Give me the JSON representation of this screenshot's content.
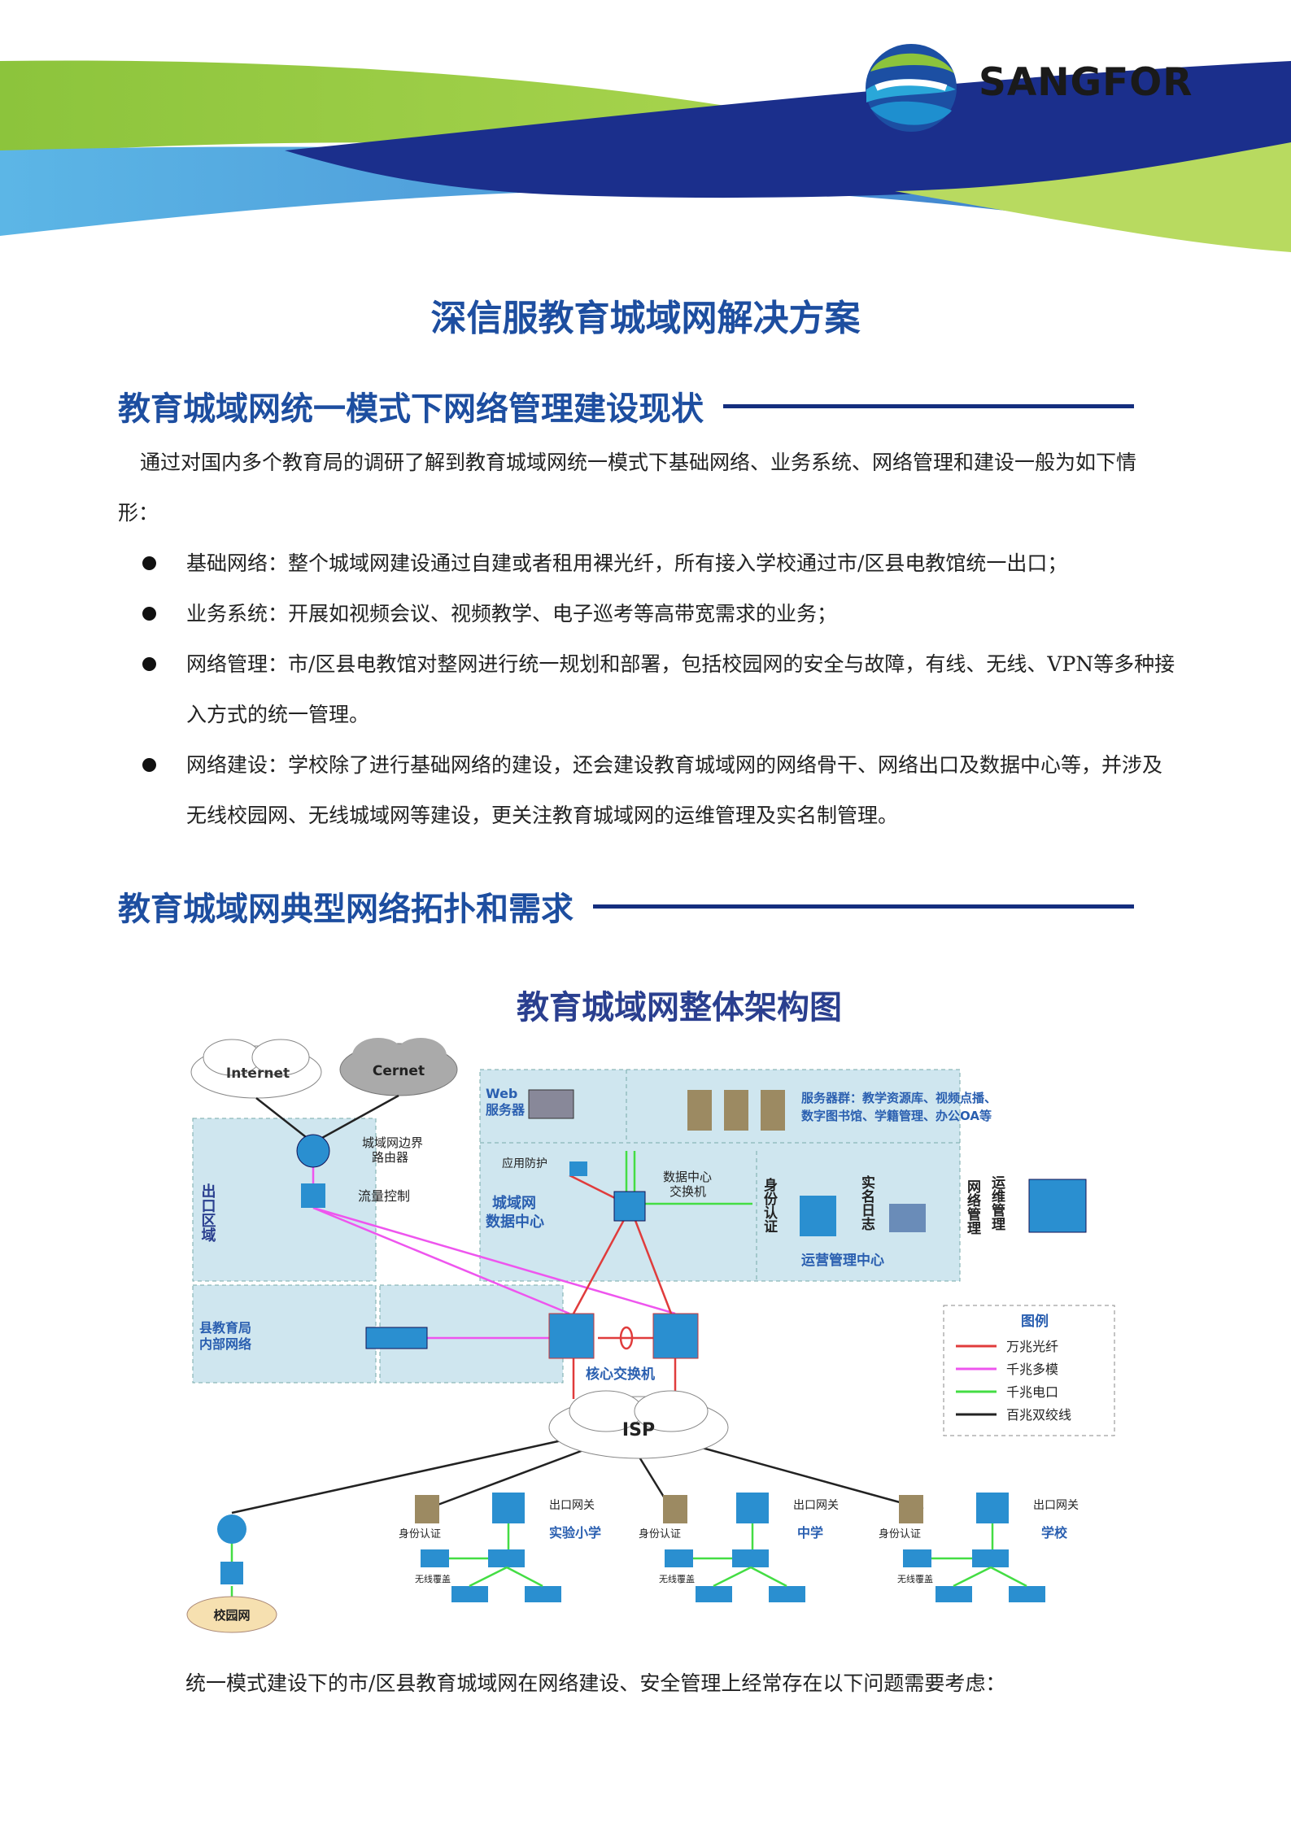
{
  "brand": {
    "name": "SANGFOR"
  },
  "colors": {
    "title": "#1d4ea0",
    "section_rule": "#142e7e",
    "green": "#8cc43c",
    "navy": "#1b2f8c",
    "sky": "#5cb6e6"
  },
  "doc": {
    "title": "深信服教育城域网解决方案",
    "section1": {
      "heading": "教育城域网统一模式下网络管理建设现状",
      "intro": "通过对国内多个教育局的调研了解到教育城域网统一模式下基础网络、业务系统、网络管理和建设一般为如下情形：",
      "bullets": [
        "基础网络：整个城域网建设通过自建或者租用裸光纤，所有接入学校通过市/区县电教馆统一出口；",
        "业务系统：开展如视频会议、视频教学、电子巡考等高带宽需求的业务；",
        "网络管理：市/区县电教馆对整网进行统一规划和部署，包括校园网的安全与故障，有线、无线、VPN等多种接入方式的统一管理。",
        "网络建设：学校除了进行基础网络的建设，还会建设教育城域网的网络骨干、网络出口及数据中心等，并涉及无线校园网、无线城域网等建设，更关注教育城域网的运维管理及实名制管理。"
      ]
    },
    "section2": {
      "heading": "教育城域网典型网络拓扑和需求"
    },
    "closing": "统一模式建设下的市/区县教育城域网在网络建设、安全管理上经常存在以下问题需要考虑："
  },
  "diagram": {
    "title": "教育城域网整体架构图",
    "clouds": {
      "internet": "Internet",
      "cernet": "Cernet",
      "isp": "ISP",
      "campus": "校园网"
    },
    "labels": {
      "border_router_1": "城域网边界",
      "border_router_2": "路由器",
      "flow_control": "流量控制",
      "exit_zone": "出口区域",
      "web_1": "Web",
      "web_2": "服务器",
      "server_group_1": "服务器群：教学资源库、视频点播、",
      "server_group_2": "数字图书馆、学籍管理、办公OA等",
      "app_protect": "应用防护",
      "dc_switch_1": "数据中心",
      "dc_switch_2": "交换机",
      "metro_dc_1": "城域网",
      "metro_dc_2": "数据中心",
      "identity_auth": "身份认证",
      "realname_log": "实名日志",
      "network_mgmt": "网络管理",
      "ops_mgmt": "运维管理",
      "ops_center": "运营管理中心",
      "county_bureau_1": "县教育局",
      "county_bureau_2": "内部网络",
      "core_switch": "核心交换机",
      "legend_title": "图例",
      "legend_items": [
        "万兆光纤",
        "千兆多模",
        "千兆电口",
        "百兆双绞线"
      ],
      "gateway": "出口网关",
      "auth": "身份认证",
      "wireless": "无线覆盖",
      "school_1": "实验小学",
      "school_2": "中学",
      "school_3": "学校"
    }
  }
}
